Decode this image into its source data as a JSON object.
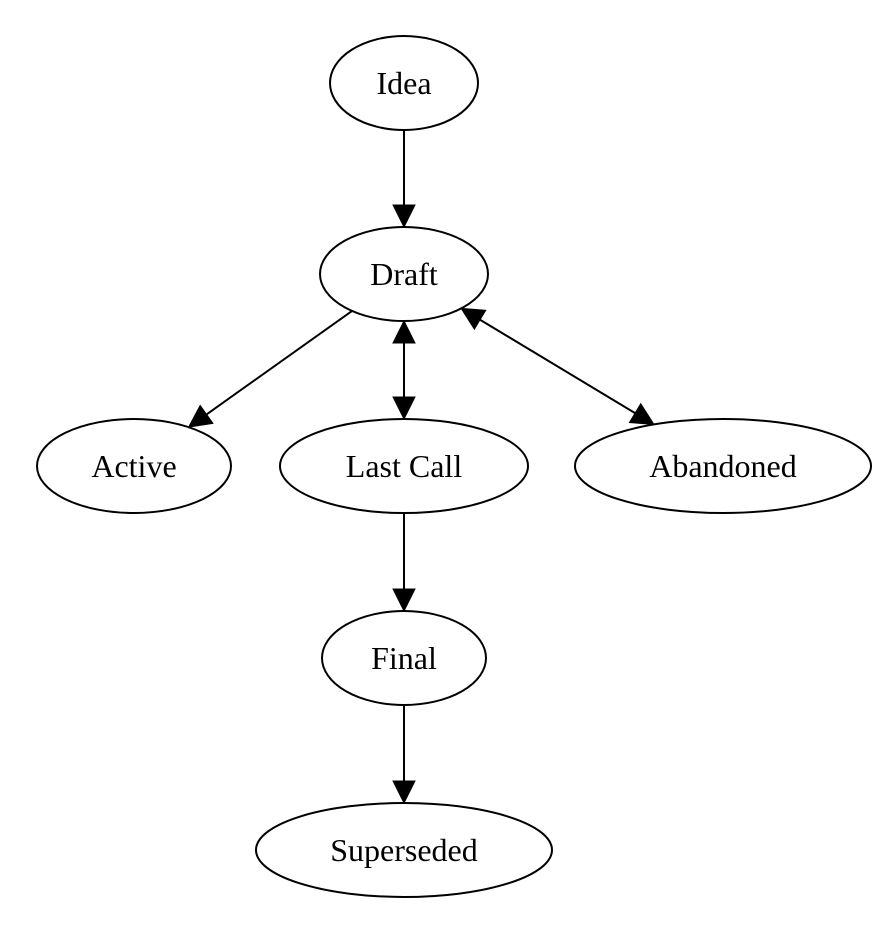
{
  "diagram": {
    "nodes": [
      {
        "id": "idea",
        "label": "Idea"
      },
      {
        "id": "draft",
        "label": "Draft"
      },
      {
        "id": "active",
        "label": "Active"
      },
      {
        "id": "last-call",
        "label": "Last Call"
      },
      {
        "id": "abandoned",
        "label": "Abandoned"
      },
      {
        "id": "final",
        "label": "Final"
      },
      {
        "id": "superseded",
        "label": "Superseded"
      }
    ],
    "edges": [
      {
        "from": "idea",
        "to": "draft",
        "bidirectional": false
      },
      {
        "from": "draft",
        "to": "active",
        "bidirectional": false
      },
      {
        "from": "draft",
        "to": "last-call",
        "bidirectional": true
      },
      {
        "from": "draft",
        "to": "abandoned",
        "bidirectional": true
      },
      {
        "from": "last-call",
        "to": "final",
        "bidirectional": false
      },
      {
        "from": "final",
        "to": "superseded",
        "bidirectional": false
      }
    ]
  }
}
